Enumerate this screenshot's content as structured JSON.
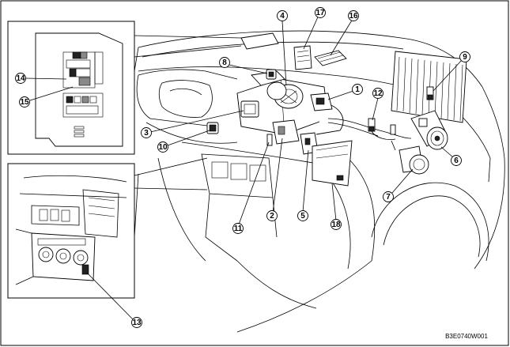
{
  "figure_code": "B3E0740W001",
  "callouts": [
    {
      "id": "c1",
      "label": "1"
    },
    {
      "id": "c2",
      "label": "2"
    },
    {
      "id": "c3",
      "label": "3"
    },
    {
      "id": "c4",
      "label": "4"
    },
    {
      "id": "c5",
      "label": "5"
    },
    {
      "id": "c6",
      "label": "6"
    },
    {
      "id": "c7",
      "label": "7"
    },
    {
      "id": "c8",
      "label": "8"
    },
    {
      "id": "c9",
      "label": "9"
    },
    {
      "id": "c10",
      "label": "10"
    },
    {
      "id": "c11",
      "label": "11"
    },
    {
      "id": "c12",
      "label": "12"
    },
    {
      "id": "c13",
      "label": "13"
    },
    {
      "id": "c14",
      "label": "14"
    },
    {
      "id": "c15",
      "label": "15"
    },
    {
      "id": "c16",
      "label": "16"
    },
    {
      "id": "c17",
      "label": "17"
    },
    {
      "id": "c18",
      "label": "18"
    }
  ]
}
